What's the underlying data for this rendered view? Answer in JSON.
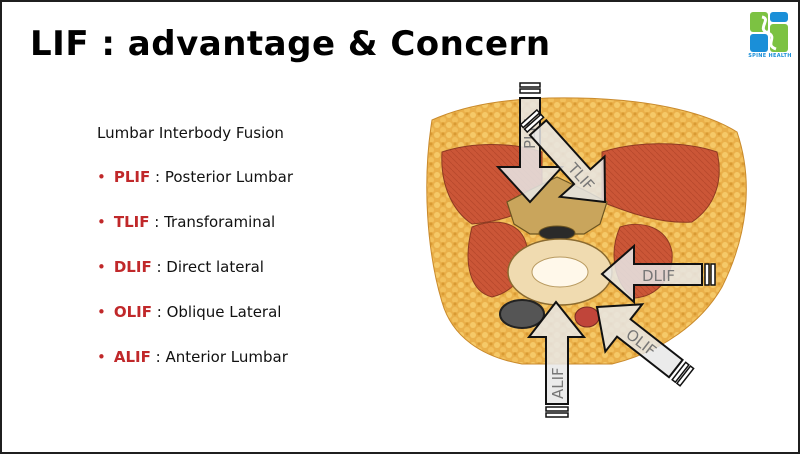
{
  "slide": {
    "title": "LIF : advantage & Concern",
    "logo_text": "SPINE HEALTH",
    "subtitle": "Lumbar Interbody Fusion",
    "items": [
      {
        "abbr": "PLIF",
        "desc": " : Posterior Lumbar"
      },
      {
        "abbr": "TLIF",
        "desc": " : Transforaminal"
      },
      {
        "abbr": "DLIF",
        "desc": " : Direct lateral"
      },
      {
        "abbr": "OLIF",
        "desc": " : Oblique Lateral"
      },
      {
        "abbr": "ALIF",
        "desc": " : Anterior Lumbar"
      }
    ]
  },
  "diagram": {
    "arrow_labels": {
      "plif": "PLIF",
      "tlif": "TLIF",
      "dlif": "DLIF",
      "olif": "OLIF",
      "alif": "ALIF"
    }
  },
  "colors": {
    "accent_red": "#c0282a",
    "muscle": "#c9553a",
    "fat": "#e9b24a",
    "bone": "#c9a55c",
    "arrow_fill": "#e8e8e8",
    "logo_green": "#7cc242",
    "logo_blue": "#1a8fd8"
  }
}
